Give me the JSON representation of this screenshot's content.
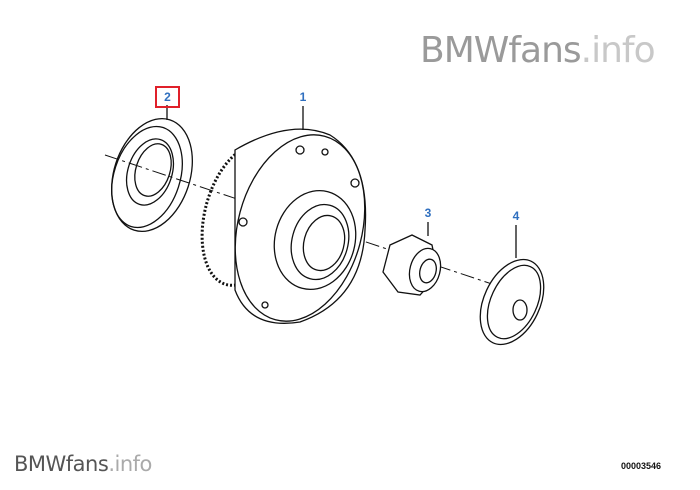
{
  "watermark_top": {
    "brand": "BMWfans",
    "suffix": ".info"
  },
  "watermark_bottom": {
    "brand": "BMWfans",
    "suffix": ".info"
  },
  "diagram_number": "00003546",
  "callouts": [
    {
      "label": "1",
      "part": "wheel-hub",
      "selected": false
    },
    {
      "label": "2",
      "part": "shaft-seal",
      "selected": true
    },
    {
      "label": "3",
      "part": "collar-nut",
      "selected": false
    },
    {
      "label": "4",
      "part": "grease-cap",
      "selected": false
    }
  ],
  "colors": {
    "callout": "#2f6fbf",
    "selected_box": "#e0202a"
  }
}
